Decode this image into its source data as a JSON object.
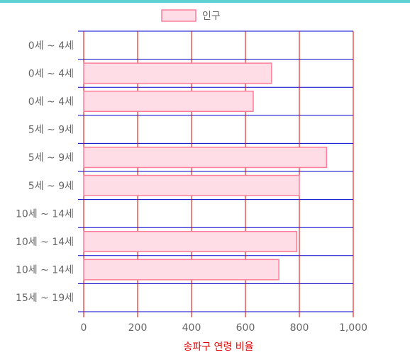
{
  "chart_data": {
    "type": "bar",
    "orientation": "horizontal",
    "categories": [
      "0세 ~ 4세",
      "0세 ~ 4세",
      "0세 ~ 4세",
      "5세 ~ 9세",
      "5세 ~ 9세",
      "5세 ~ 9세",
      "10세 ~ 14세",
      "10세 ~ 14세",
      "10세 ~ 14세",
      "15세 ~ 19세"
    ],
    "series": [
      {
        "name": "인구",
        "values": [
          0,
          697,
          629,
          0,
          901,
          800,
          0,
          790,
          724,
          0
        ]
      }
    ],
    "xlabel": "송파구 연령 비율",
    "ylabel": "",
    "xlim": [
      0,
      1000
    ],
    "xticks": [
      0,
      200,
      400,
      600,
      800,
      1000
    ],
    "xtick_labels": [
      "0",
      "200",
      "400",
      "600",
      "800",
      "1,000"
    ],
    "grid": true,
    "legend_position": "top",
    "colors": {
      "bar_fill": "#ffdde6",
      "bar_border": "#ff7d98",
      "vertical_grid": "#e00000",
      "horizontal_grid": "#0000cc",
      "xlabel": "#e00000",
      "tick_text": "#666666",
      "top_bar": "#5fd0d3"
    }
  }
}
